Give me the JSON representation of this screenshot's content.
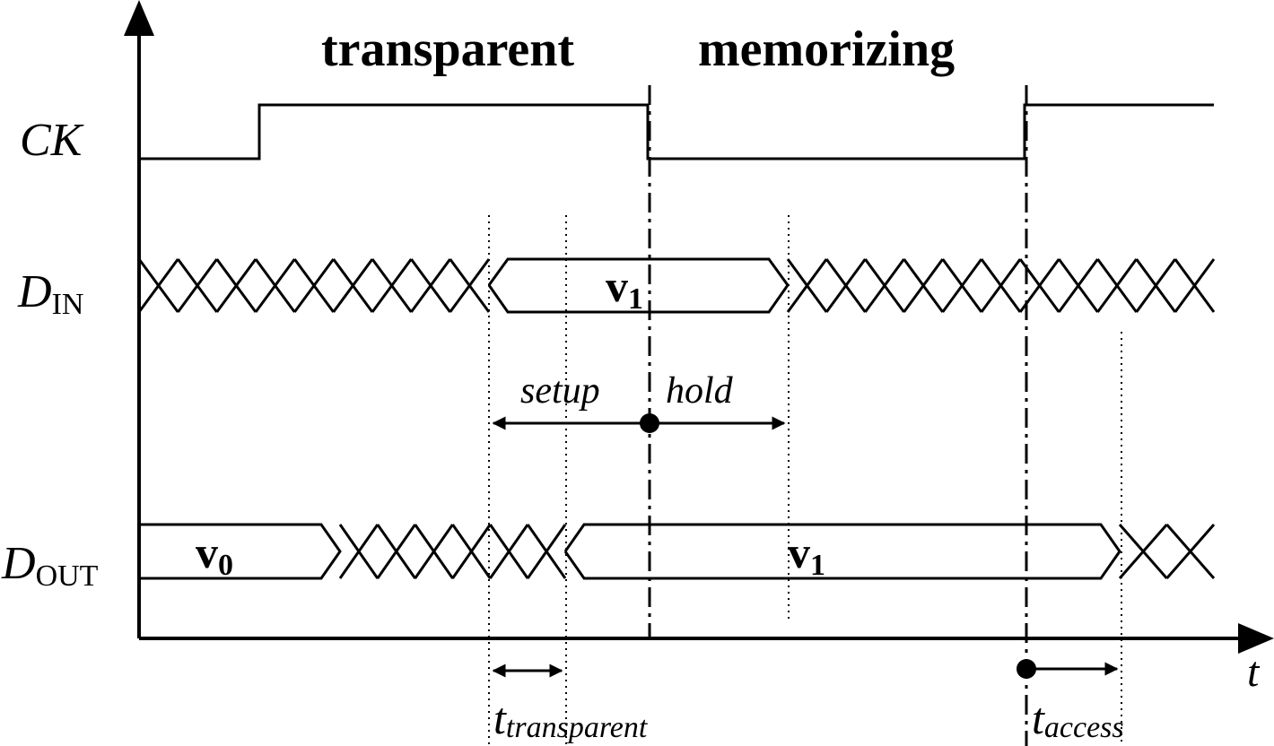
{
  "phases": {
    "transparent": "transparent",
    "memorizing": "memorizing"
  },
  "signals": {
    "ck": "CK",
    "din_main": "D",
    "din_sub": "IN",
    "dout_main": "D",
    "dout_sub": "OUT"
  },
  "values": {
    "din_value_main": "v",
    "din_value_sub": "1",
    "dout_v0_main": "v",
    "dout_v0_sub": "0",
    "dout_v1_main": "v",
    "dout_v1_sub": "1"
  },
  "timing": {
    "setup": "setup",
    "hold": "hold",
    "t_transparent_main": "t",
    "t_transparent_sub": "transparent",
    "t_access_main": "t",
    "t_access_sub": "access"
  },
  "axis": {
    "time_label": "t"
  }
}
